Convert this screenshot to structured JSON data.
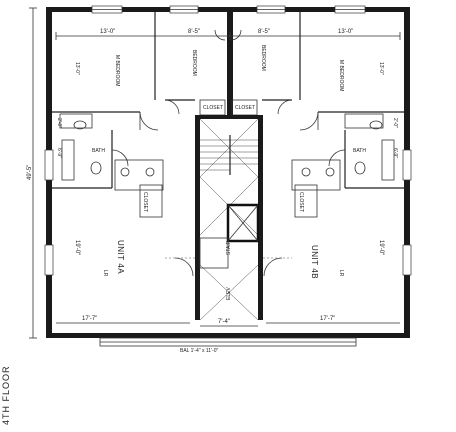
{
  "plan": {
    "floor_label": "4TH FLOOR",
    "overall_depth": "49'-5\"",
    "dims_top": [
      "13'-0\"",
      "8'-5\"",
      "8'-5\"",
      "13'-0\""
    ],
    "bedroom_depth": "13'-0\"",
    "closet_depth": "2'-0\"",
    "bath_depth": "6'-9\"",
    "lr_depth": "19'-0\"",
    "lr_width_left": "17'-7\"",
    "lr_width_right": "17'-7\"",
    "core_width": "7'-4\"",
    "balcony": "BAL 1'-4\" x 11'-0\"",
    "rooms": {
      "m_bedroom": "M BEDROOM",
      "bedroom": "BEDROOM",
      "closet": "CLOSET",
      "bath": "BATH",
      "lr": "LR",
      "unit_a": "UNIT 4A",
      "unit_b": "UNIT 4B",
      "stair": "STAIR",
      "elev": "ELEV"
    }
  }
}
